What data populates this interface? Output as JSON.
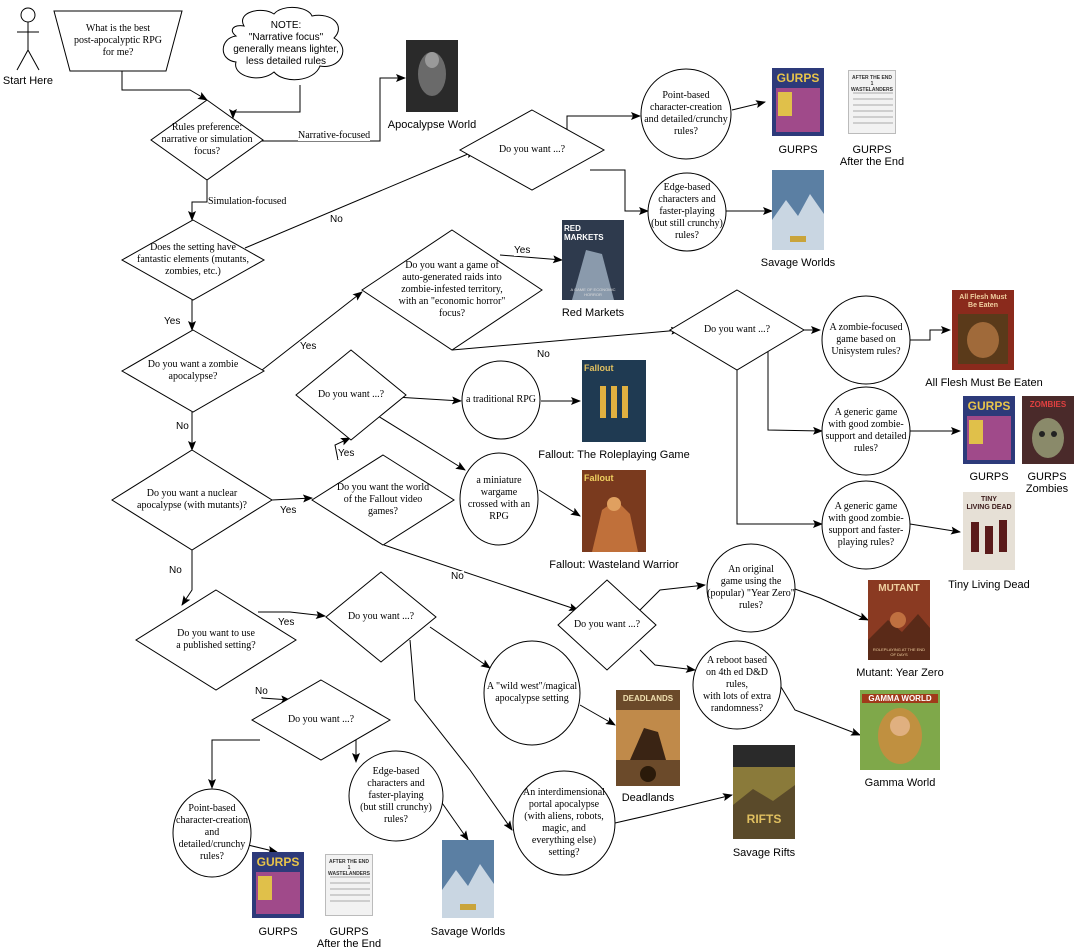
{
  "start": {
    "label": "Start Here"
  },
  "question": {
    "text": "What is the best\npost-apocalyptic RPG\nfor me?"
  },
  "note": {
    "text": "NOTE:\n\"Narrative focus\"\ngenerally means lighter,\nless detailed rules"
  },
  "nodes": {
    "rules_pref": "Rules preference:\nnarrative or simulation\nfocus?",
    "fantastic": "Does the setting have\nfantastic elements (mutants,\nzombies, etc.)",
    "want_top": "Do you want ...?",
    "pointbased_top": "Point-based\ncharacter-creation\nand detailed/crunchy\nrules?",
    "edgebased_top": "Edge-based\ncharacters and\nfaster-playing\n(but still crunchy)\nrules?",
    "zombie": "Do you want a zombie\napocalypse?",
    "redmarkets_q": "Do you want a game of\nauto-generated raids into\nzombie-infested territory,\nwith an \"economic horror\"\nfocus?",
    "want_zombie": "Do you want ...?",
    "zombie_unisystem": "A zombie-focused\ngame based on\nUnisystem rules?",
    "zombie_generic_detailed": "A generic game\nwith good zombie-\nsupport and detailed\nrules?",
    "zombie_generic_fast": "A generic game\nwith good zombie-\nsupport and faster-\nplaying rules?",
    "nuclear": "Do you want a nuclear\napocalypse (with mutants)?",
    "want_fallout": "Do you want  ...?",
    "traditional_rpg": "a traditional RPG",
    "miniature": "a miniature\nwargame\ncrossed with an\nRPG",
    "fallout_world": "Do you want the world\nof the Fallout video\ngames?",
    "want_mutant": "Do you want  ...?",
    "yearzero": "An original\ngame using the\n(popular) \"Year Zero\"\nrules?",
    "reboot_dd": "A reboot based\non 4th ed D&D rules,\nwith lots of extra\nrandomness?",
    "published": "Do you want to use\na published setting?",
    "want_published": "Do you want  ...?",
    "wildwest": "A \"wild west\"/magical\napocalypse setting",
    "interdimensional": "An interdimensional\nportal apocalypse\n(with aliens, robots,\nmagic, and\neverything else)\nsetting?",
    "want_bottom": "Do you want ...?",
    "pointbased_bottom": "Point-based\ncharacter-creation\nand\ndetailed/crunchy\nrules?",
    "edgebased_bottom": "Edge-based\ncharacters and\nfaster-playing\n(but still crunchy)\nrules?"
  },
  "edge_labels": {
    "narrative": "Narrative-focused",
    "simulation": "Simulation-focused",
    "no_fantastic": "No",
    "yes_fantastic": "Yes",
    "yes_zombie": "Yes",
    "no_zombie": "No",
    "yes_redmarkets": "Yes",
    "no_redmarkets": "No",
    "yes_nuclear": "Yes",
    "no_nuclear": "No",
    "yes_fallout": "Yes",
    "no_fallout": "No",
    "yes_published": "Yes",
    "no_published": "No"
  },
  "results": {
    "apocalypse_world": {
      "caption": "Apocalypse World",
      "color": "#2a2a2a"
    },
    "gurps_top": {
      "caption": "GURPS",
      "cover_title": "GURPS",
      "color": "#2d3a7a"
    },
    "gurps_ate_top": {
      "caption": "GURPS\nAfter the End",
      "cover_title": "AFTER THE END 1\nWASTELANDERS",
      "color": "#f2f2f2"
    },
    "savage_top": {
      "caption": "Savage Worlds",
      "color": "#5b7fa3"
    },
    "red_markets": {
      "caption": "Red Markets",
      "cover_title": "RED MARKETS",
      "cover_sub": "A GAME OF ECONOMIC HORROR",
      "color": "#2e3a4d"
    },
    "all_flesh": {
      "caption": "All Flesh Must Be Eaten",
      "cover_title": "All Flesh Must\nBe Eaten",
      "color": "#8a2a1c"
    },
    "gurps_zombie": {
      "caption": "GURPS",
      "cover_title": "GURPS",
      "color": "#2d3a7a"
    },
    "gurps_zombies": {
      "caption": "GURPS\nZombies",
      "cover_title": "ZOMBIES",
      "color": "#4a2a2a"
    },
    "tiny_living_dead": {
      "caption": "Tiny Living Dead",
      "cover_title": "TINY\nLIVING DEAD",
      "color": "#e6e0d6"
    },
    "fallout_rpg": {
      "caption": "Fallout: The Roleplaying Game",
      "cover_title": "Fallout",
      "color": "#1f3a52"
    },
    "fallout_ww": {
      "caption": "Fallout: Wasteland Warrior",
      "cover_title": "Fallout",
      "color": "#7a3a1e"
    },
    "mutant": {
      "caption": "Mutant: Year Zero",
      "cover_title": "MUTANT",
      "cover_sub": "ROLEPLAYING AT THE END OF DAYS",
      "color": "#8a3a22"
    },
    "gamma": {
      "caption": "Gamma World",
      "cover_title": "GAMMA WORLD",
      "color": "#7fa84a"
    },
    "deadlands": {
      "caption": "Deadlands",
      "cover_title": "DEADLANDS",
      "color": "#6b4a2a"
    },
    "savage_rifts": {
      "caption": "Savage Rifts",
      "cover_title": "RIFTS",
      "color": "#8a7a3a"
    },
    "gurps_bottom": {
      "caption": "GURPS",
      "cover_title": "GURPS",
      "color": "#2d3a7a"
    },
    "gurps_ate_bottom": {
      "caption": "GURPS\nAfter the End",
      "cover_title": "AFTER THE END 1\nWASTELANDERS",
      "color": "#f2f2f2"
    },
    "savage_bottom": {
      "caption": "Savage Worlds",
      "color": "#5b7fa3"
    }
  }
}
